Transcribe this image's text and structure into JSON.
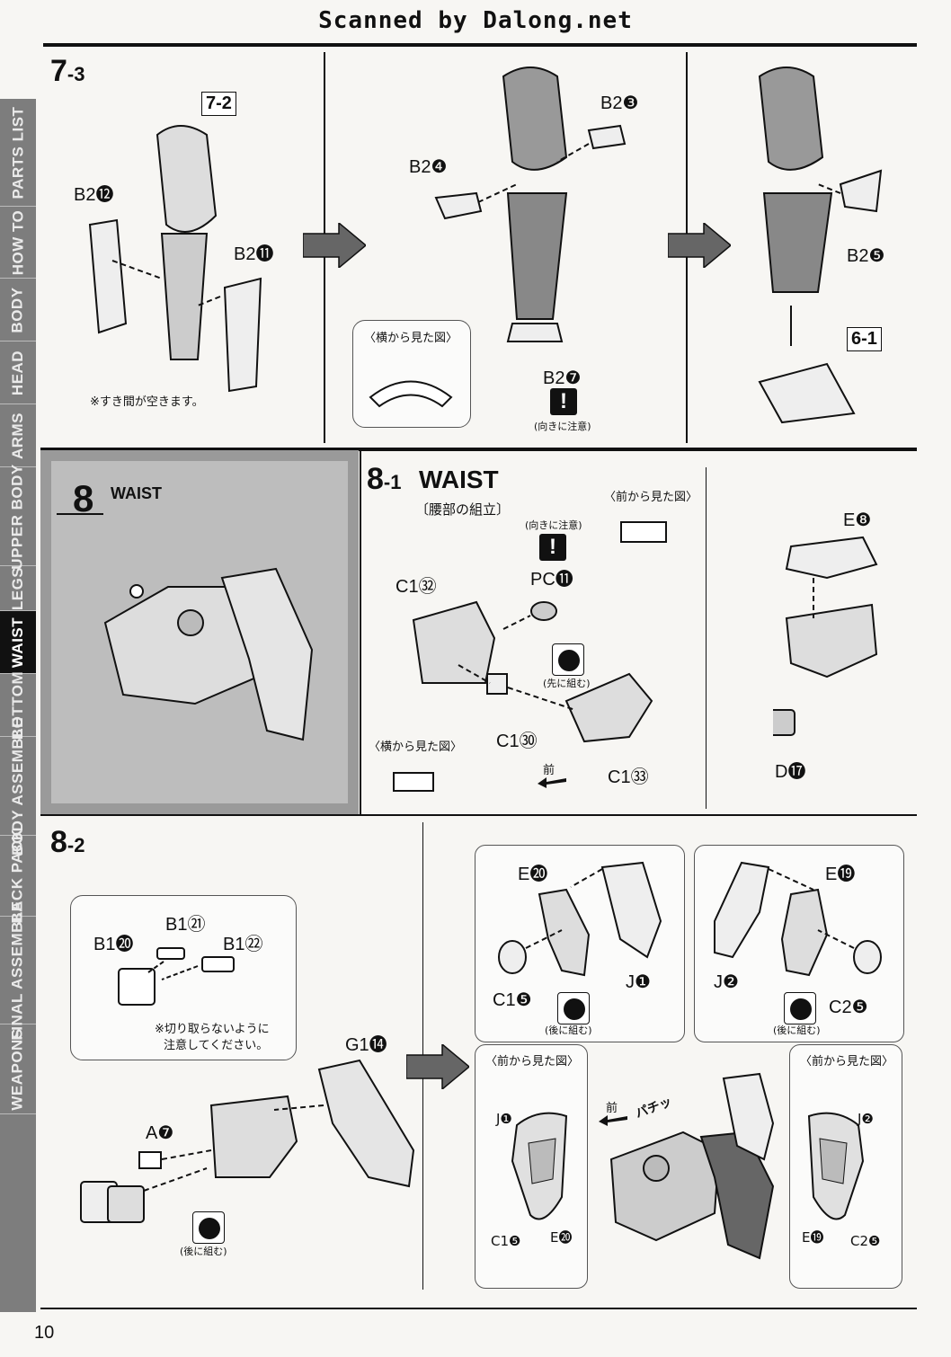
{
  "header": {
    "scan_credit": "Scanned by Dalong.net"
  },
  "sidebar": {
    "tabs": [
      "PARTS LIST",
      "HOW TO",
      "BODY",
      "HEAD",
      "ARMS",
      "UPPER BODY",
      "LEGS",
      "WAIST",
      "BOTTOM",
      "BODY ASSEMBLE",
      "BACK PACK",
      "FINAL ASSEMBLE",
      "WEAPONS"
    ],
    "active": "WAIST"
  },
  "step_7_3": {
    "number": "7",
    "sub": "-3",
    "ref_box": "7-2",
    "ref_box_2": "6-1",
    "labels": [
      "B2⓬",
      "B2⓫",
      "B2❹",
      "B2❸",
      "B2❺",
      "B2❼"
    ],
    "gap_note": "※すき間が空きます。",
    "side_view": "〈横から見た図〉",
    "orientation_note": "(向きに注意)"
  },
  "step_8": {
    "number": "8",
    "title": "WAIST"
  },
  "step_8_1": {
    "number": "8",
    "sub": "-1",
    "title": "WAIST",
    "subtitle": "〔腰部の組立〕",
    "front_view": "〈前から見た図〉",
    "side_view": "〈横から見た図〉",
    "orientation_note": "(向きに注意)",
    "assemble_first": "(先に組む)",
    "front_arrow": "前",
    "labels": [
      "C1㉜",
      "PC⓫",
      "C1㉚",
      "C1㉝",
      "E❽",
      "D⓱"
    ]
  },
  "step_8_2": {
    "number": "8",
    "sub": "-2",
    "labels": [
      "B1⓴",
      "B1㉑",
      "B1㉒",
      "G1⓮",
      "A❼",
      "E⓴",
      "J❶",
      "C1❺",
      "J❷",
      "E⓳",
      "C2❺"
    ],
    "cut_note_line1": "※切り取らないように",
    "cut_note_line2": "注意してください。",
    "assemble_later": "(後に組む)",
    "front_view_left": "〈前から見た図〉",
    "front_view_right": "〈前から見た図〉",
    "front_arrow": "前",
    "snap": "パチッ",
    "detail_left": [
      "J❶",
      "C1❺",
      "E⓴"
    ],
    "detail_right": [
      "J❷",
      "E⓳",
      "C2❺"
    ]
  },
  "page_number": "10"
}
